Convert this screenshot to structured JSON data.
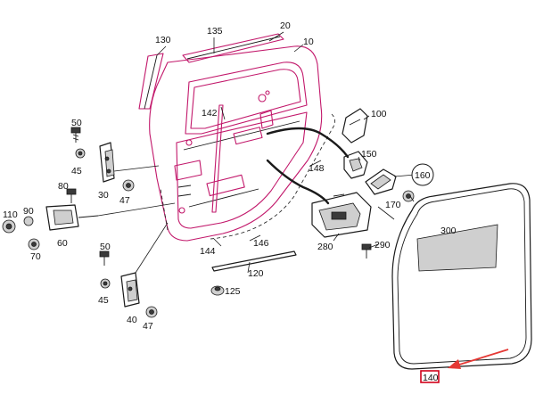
{
  "callouts": {
    "p20": "20",
    "p130": "130",
    "p135": "135",
    "p10": "10",
    "p142": "142",
    "p100": "100",
    "p50a": "50",
    "p45a": "45",
    "p30": "30",
    "p47a": "47",
    "p80": "80",
    "p110": "110",
    "p90": "90",
    "p60": "60",
    "p70": "70",
    "p150": "150",
    "p160": "160",
    "p148": "148",
    "p170": "170",
    "p300": "300",
    "p280": "280",
    "p290": "290",
    "p144": "144",
    "p146": "146",
    "p120": "120",
    "p125": "125",
    "p50b": "50",
    "p45b": "45",
    "p40": "40",
    "p47b": "47",
    "p140": "140"
  },
  "highlight": {
    "part": "140",
    "box_color": "#d0021b",
    "arrow_color": "#e53935"
  },
  "colors": {
    "door_outline": "#c2186b",
    "parts_outline": "#1a1a1a"
  }
}
